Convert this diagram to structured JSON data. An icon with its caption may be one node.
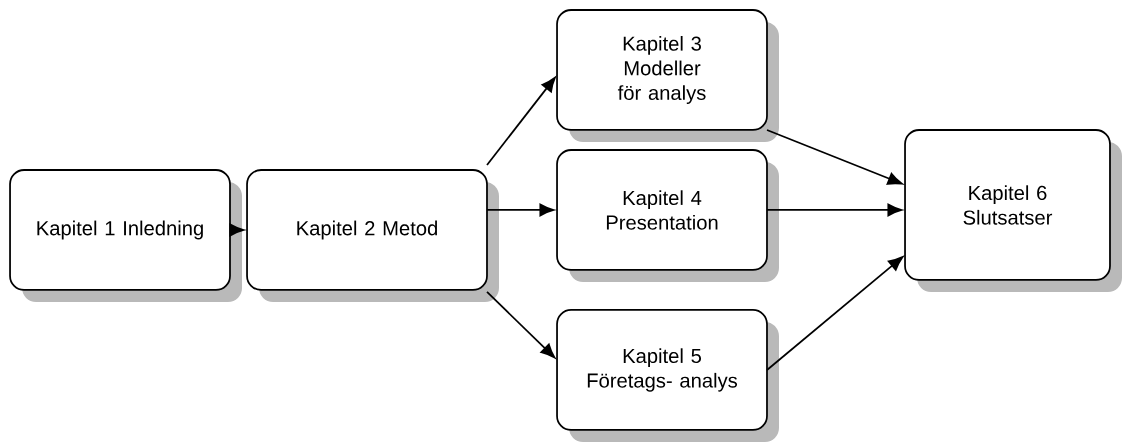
{
  "diagram": {
    "nodes": [
      {
        "text": [
          "Kapitel 1 Inledning"
        ]
      },
      {
        "text": [
          "Kapitel 2 Metod"
        ]
      },
      {
        "text": [
          "Kapitel 3 Modeller för analys"
        ]
      },
      {
        "text": [
          "Kapitel 4 Presentation"
        ]
      },
      {
        "text": [
          "Kapitel 5 Företags- analys"
        ]
      },
      {
        "text": [
          "Kapitel 6 Slutsatser"
        ]
      }
    ],
    "edges": [
      {
        "from": 0,
        "to": 1,
        "arrow": "to"
      },
      {
        "from": 1,
        "to": 2,
        "arrow": "to"
      },
      {
        "from": 1,
        "to": 3,
        "arrow": "to"
      },
      {
        "from": 1,
        "to": 4,
        "arrow": "to"
      },
      {
        "from": 2,
        "to": 5,
        "arrow": "to"
      },
      {
        "from": 3,
        "to": 5,
        "arrow": "to"
      },
      {
        "from": 4,
        "to": 5,
        "arrow": "to"
      }
    ]
  }
}
